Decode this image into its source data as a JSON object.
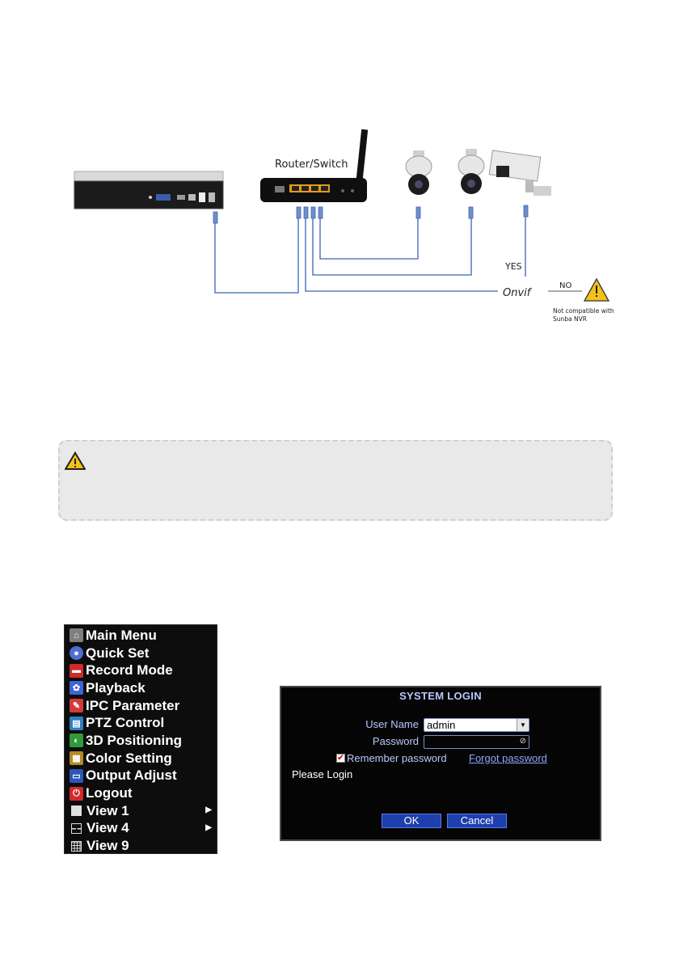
{
  "diagram": {
    "router_label": "Router/Switch",
    "yes_label": "YES",
    "no_label": "NO",
    "onvif_label": "Onvif",
    "not_compatible_line1": "Not compatible with",
    "not_compatible_line2": "Sunba NVR",
    "cable_color": "#3a63b8"
  },
  "menu": {
    "items": [
      {
        "label": "Main Menu",
        "icon": "home-icon",
        "color": "#7f7f7f"
      },
      {
        "label": "Quick Set",
        "icon": "disc-icon",
        "color": "#4d6fd1"
      },
      {
        "label": "Record Mode",
        "icon": "record-icon",
        "color": "#d02a2a"
      },
      {
        "label": "Playback",
        "icon": "playback-icon",
        "color": "#3f64d6"
      },
      {
        "label": "IPC Parameter",
        "icon": "wrench-icon",
        "color": "#d23a3a"
      },
      {
        "label": "PTZ Control",
        "icon": "camera-icon",
        "color": "#2d7fc2"
      },
      {
        "label": "3D Positioning",
        "icon": "sphere-icon",
        "color": "#2f9a3a"
      },
      {
        "label": "Color Setting",
        "icon": "palette-icon",
        "color": "#b28a24"
      },
      {
        "label": "Output Adjust",
        "icon": "monitor-icon",
        "color": "#2b56b8"
      },
      {
        "label": "Logout",
        "icon": "power-icon",
        "color": "#d02a2a"
      }
    ],
    "views": [
      {
        "label": "View 1",
        "icon": "view1-icon",
        "submenu": true
      },
      {
        "label": "View 4",
        "icon": "view4-icon",
        "submenu": true
      },
      {
        "label": "View 9",
        "icon": "view9-icon",
        "submenu": false
      }
    ]
  },
  "login": {
    "title": "SYSTEM LOGIN",
    "username_label": "User Name",
    "username_value": "admin",
    "password_label": "Password",
    "remember_label": "Remember password",
    "forgot_label": "Forgot password",
    "status": "Please Login",
    "ok_label": "OK",
    "cancel_label": "Cancel"
  }
}
